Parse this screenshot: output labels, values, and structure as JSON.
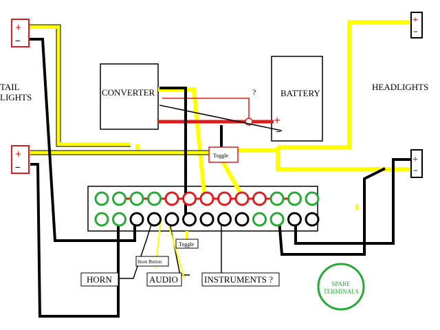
{
  "colors": {
    "wire_black": "#000000",
    "wire_yellow": "#ffff00",
    "wire_red": "#e01b1b",
    "term_green": "#22aa33",
    "term_red": "#e01b1b",
    "spare_green": "#22aa33"
  },
  "labels": {
    "converter": "CONVERTER",
    "battery": "BATTERY",
    "headlights": "HEADLIGHTS",
    "tail_line1": "TAIL",
    "tail_line2": "LIGHTS",
    "question_top": "?",
    "toggle_main": "Toggle",
    "toggle_small": "Toggle",
    "horn": "HORN",
    "horn_button": "Horn Button",
    "audio": "AUDIO",
    "instruments": "INSTRUMENTS ?",
    "spare_line1": "SPARE",
    "spare_line2": "TERMINALS"
  },
  "polarity": {
    "plus": "+",
    "minus": "−"
  },
  "terminal_block": {
    "top_row": [
      "green",
      "green",
      "green",
      "green",
      "red",
      "red",
      "red",
      "red",
      "red",
      "red",
      "green",
      "green",
      "green"
    ],
    "bottom_row": [
      "green",
      "green",
      "black",
      "black",
      "black",
      "black",
      "black",
      "black",
      "black",
      "green",
      "green",
      "black",
      "black"
    ]
  }
}
